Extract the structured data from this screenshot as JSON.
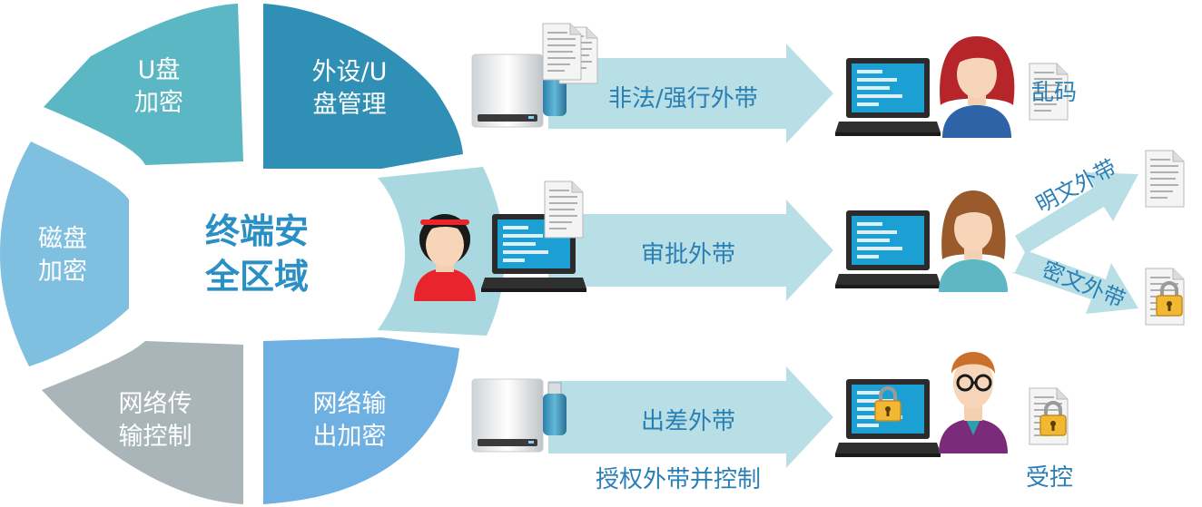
{
  "segments": [
    {
      "id": "usb-encrypt",
      "label": "U盘\n加密"
    },
    {
      "id": "peripheral-mgmt",
      "label": "外设/U\n盘管理"
    },
    {
      "id": "disk-encrypt",
      "label": "磁盘\n加密"
    },
    {
      "id": "network-control",
      "label": "网络传\n输控制"
    },
    {
      "id": "network-encrypt",
      "label": "网络输\n出加密"
    }
  ],
  "center_title": "终端安\n全区域",
  "flows": [
    {
      "id": "illegal",
      "label": "非法/强行外带",
      "result": "乱码"
    },
    {
      "id": "approval",
      "label": "审批外带",
      "branches": [
        "明文外带",
        "密文外带"
      ]
    },
    {
      "id": "travel",
      "label": "出差外带",
      "caption": "授权外带并控制",
      "result": "受控"
    }
  ],
  "colors": {
    "seg_teal_light": "#5bb7c3",
    "seg_teal_dark": "#2f8fb5",
    "seg_blue_light": "#7fbfdf",
    "seg_gray": "#a9b5b8",
    "seg_blue": "#6fb0e2",
    "seg_center": "#a9d8e0",
    "arrow": "#b8dfe5",
    "text_blue": "#2a7fb5"
  },
  "icons": [
    "usb-drive-icon",
    "laptop-icon",
    "person-icon",
    "document-icon",
    "padlock-icon"
  ]
}
